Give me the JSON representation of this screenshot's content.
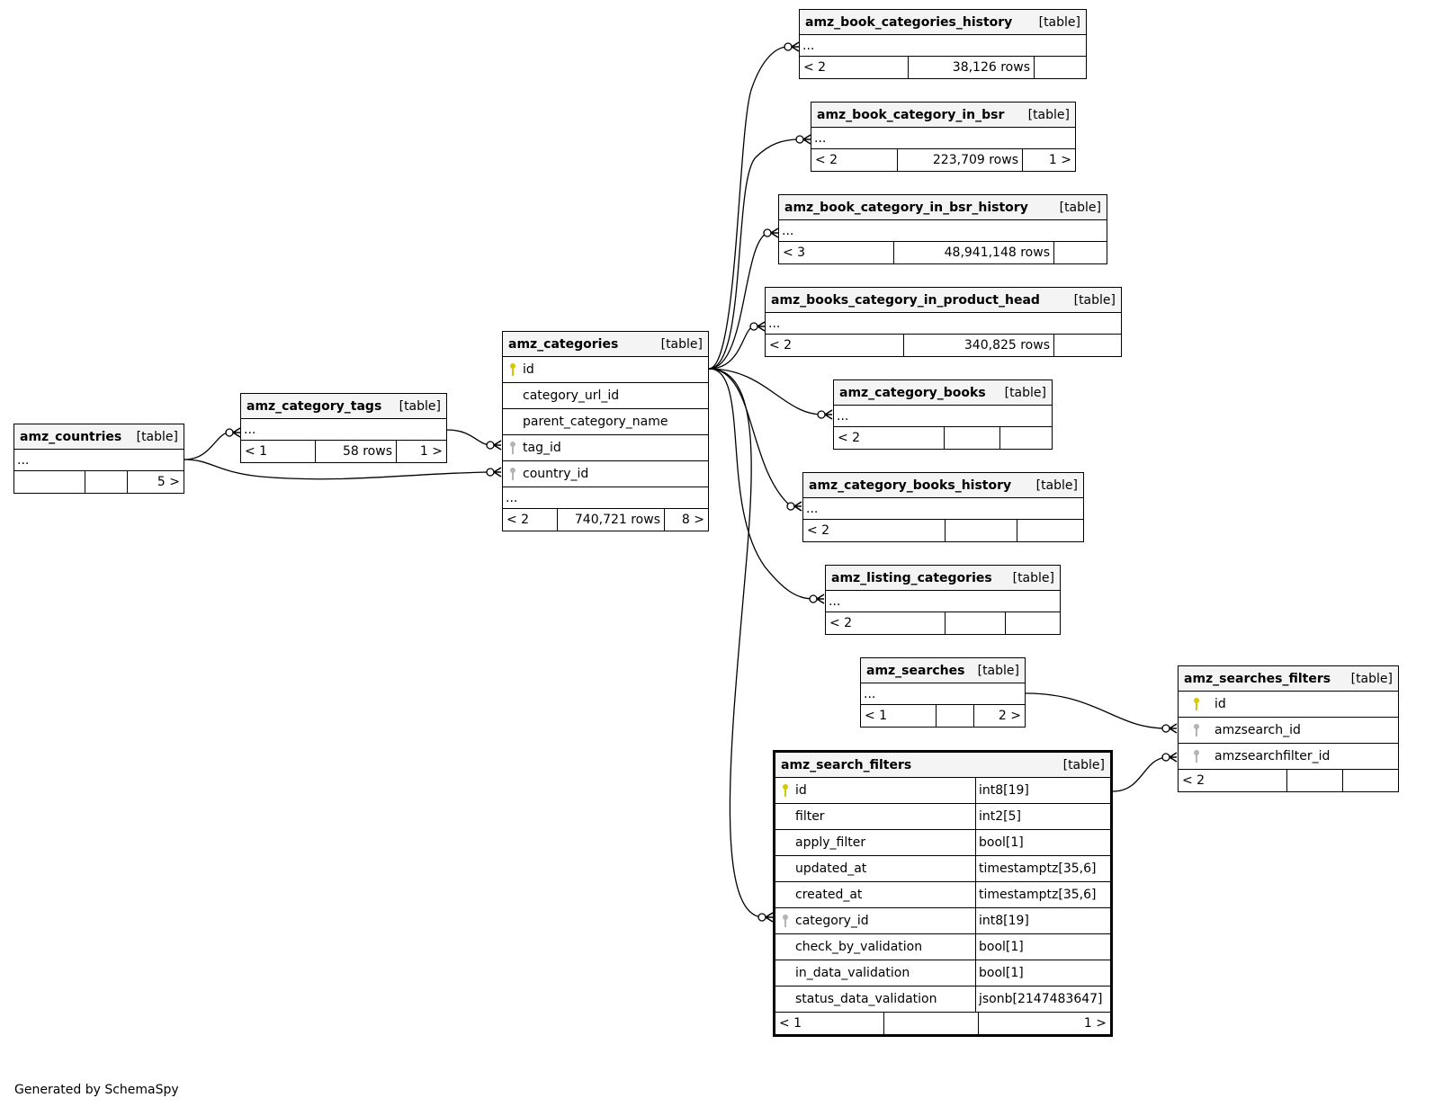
{
  "diagram": {
    "footer": "Generated by SchemaSpy",
    "colors": {
      "primary_key": "#d4c800",
      "foreign_key": "#b4b4b4",
      "header_bg": "#f4f4f4",
      "line": "#000000"
    },
    "tables": {
      "amz_countries": {
        "name": "amz_countries",
        "type": "[table]",
        "dots": "...",
        "foot": [
          "",
          "",
          "5 >"
        ]
      },
      "amz_category_tags": {
        "name": "amz_category_tags",
        "type": "[table]",
        "dots": "...",
        "foot": [
          "< 1",
          "58 rows",
          "1 >"
        ]
      },
      "amz_categories": {
        "name": "amz_categories",
        "type": "[table]",
        "columns": [
          {
            "name": "id",
            "key": "pk"
          },
          {
            "name": "category_url_id",
            "key": ""
          },
          {
            "name": "parent_category_name",
            "key": ""
          },
          {
            "name": "tag_id",
            "key": "fk"
          },
          {
            "name": "country_id",
            "key": "fk"
          }
        ],
        "dots": "...",
        "foot": [
          "< 2",
          "740,721 rows",
          "8 >"
        ]
      },
      "amz_book_categories_history": {
        "name": "amz_book_categories_history",
        "type": "[table]",
        "dots": "...",
        "foot": [
          "< 2",
          "38,126 rows",
          ""
        ]
      },
      "amz_book_category_in_bsr": {
        "name": "amz_book_category_in_bsr",
        "type": "[table]",
        "dots": "...",
        "foot": [
          "< 2",
          "223,709 rows",
          "1 >"
        ]
      },
      "amz_book_category_in_bsr_history": {
        "name": "amz_book_category_in_bsr_history",
        "type": "[table]",
        "dots": "...",
        "foot": [
          "< 3",
          "48,941,148 rows",
          ""
        ]
      },
      "amz_books_category_in_product_head": {
        "name": "amz_books_category_in_product_head",
        "type": "[table]",
        "dots": "...",
        "foot": [
          "< 2",
          "340,825 rows",
          ""
        ]
      },
      "amz_category_books": {
        "name": "amz_category_books",
        "type": "[table]",
        "dots": "...",
        "foot": [
          "< 2",
          "",
          ""
        ]
      },
      "amz_category_books_history": {
        "name": "amz_category_books_history",
        "type": "[table]",
        "dots": "...",
        "foot": [
          "< 2",
          "",
          ""
        ]
      },
      "amz_listing_categories": {
        "name": "amz_listing_categories",
        "type": "[table]",
        "dots": "...",
        "foot": [
          "< 2",
          "",
          ""
        ]
      },
      "amz_searches": {
        "name": "amz_searches",
        "type": "[table]",
        "dots": "...",
        "foot": [
          "< 1",
          "",
          "2 >"
        ]
      },
      "amz_searches_filters": {
        "name": "amz_searches_filters",
        "type": "[table]",
        "columns": [
          {
            "name": "id",
            "key": "pk"
          },
          {
            "name": "amzsearch_id",
            "key": "fk"
          },
          {
            "name": "amzsearchfilter_id",
            "key": "fk"
          }
        ],
        "foot": [
          "< 2",
          "",
          ""
        ]
      },
      "amz_search_filters": {
        "name": "amz_search_filters",
        "type": "[table]",
        "columns": [
          {
            "name": "id",
            "key": "pk",
            "type": "int8[19]"
          },
          {
            "name": "filter",
            "key": "",
            "type": "int2[5]"
          },
          {
            "name": "apply_filter",
            "key": "",
            "type": "bool[1]"
          },
          {
            "name": "updated_at",
            "key": "",
            "type": "timestamptz[35,6]"
          },
          {
            "name": "created_at",
            "key": "",
            "type": "timestamptz[35,6]"
          },
          {
            "name": "category_id",
            "key": "fk",
            "type": "int8[19]"
          },
          {
            "name": "check_by_validation",
            "key": "",
            "type": "bool[1]"
          },
          {
            "name": "in_data_validation",
            "key": "",
            "type": "bool[1]"
          },
          {
            "name": "status_data_validation",
            "key": "",
            "type": "jsonb[2147483647]"
          }
        ],
        "foot": [
          "< 1",
          "",
          "1 >"
        ]
      }
    },
    "relationships": [
      {
        "from": "amz_countries",
        "to": "amz_category_tags"
      },
      {
        "from": "amz_countries",
        "to": "amz_categories.country_id"
      },
      {
        "from": "amz_category_tags",
        "to": "amz_categories.tag_id"
      },
      {
        "from": "amz_categories.id",
        "to": "amz_book_categories_history"
      },
      {
        "from": "amz_categories.id",
        "to": "amz_book_category_in_bsr"
      },
      {
        "from": "amz_categories.id",
        "to": "amz_book_category_in_bsr_history"
      },
      {
        "from": "amz_categories.id",
        "to": "amz_books_category_in_product_head"
      },
      {
        "from": "amz_categories.id",
        "to": "amz_category_books"
      },
      {
        "from": "amz_categories.id",
        "to": "amz_category_books_history"
      },
      {
        "from": "amz_categories.id",
        "to": "amz_listing_categories"
      },
      {
        "from": "amz_categories.id",
        "to": "amz_search_filters.category_id"
      },
      {
        "from": "amz_searches",
        "to": "amz_searches_filters.amzsearch_id"
      },
      {
        "from": "amz_search_filters.id",
        "to": "amz_searches_filters.amzsearchfilter_id"
      }
    ]
  }
}
